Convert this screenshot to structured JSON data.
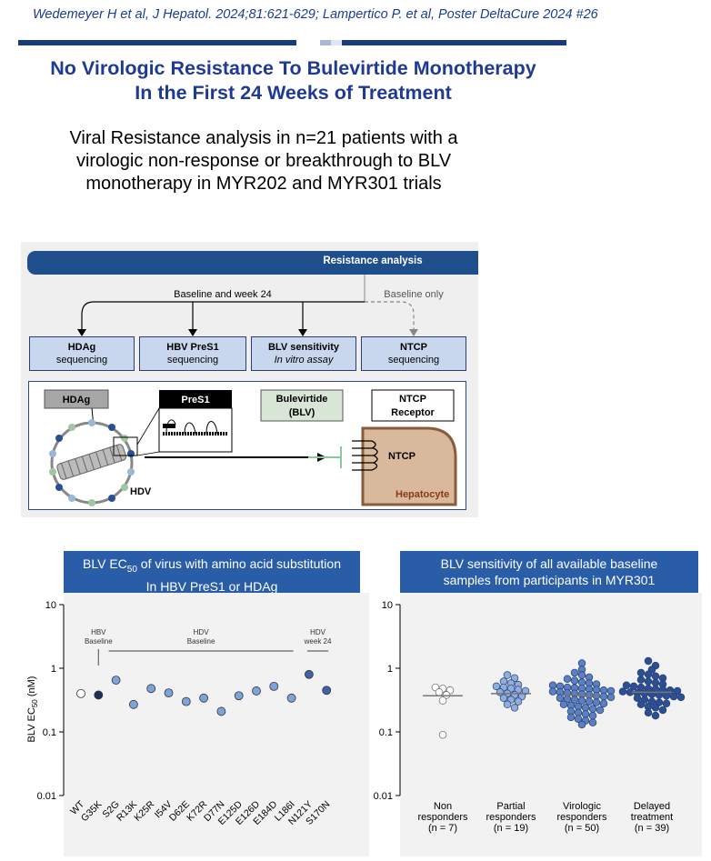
{
  "citation": "Wedemeyer H et al, J Hepatol. 2024;81:621-629; Lampertico P. et al, Poster DeltaCure 2024 #26",
  "title_line1": "No Virologic Resistance To Bulevirtide Monotherapy",
  "title_line2": "In the First 24 Weeks of Treatment",
  "subtitle_line1": "Viral Resistance analysis in n=21 patients with a",
  "subtitle_line2": "virologic non-response or breakthrough to BLV",
  "subtitle_line3": "monotherapy in MYR202 and MYR301 trials",
  "diagram": {
    "header": "Resistance analysis",
    "baseline_week24": "Baseline and week 24",
    "baseline_only": "Baseline only",
    "boxes": [
      {
        "title": "HDAg",
        "sub": "sequencing",
        "italic": false
      },
      {
        "title": "HBV PreS1",
        "sub": "sequencing",
        "italic": false
      },
      {
        "title": "BLV sensitivity",
        "sub": "In vitro assay",
        "italic": true
      },
      {
        "title": "NTCP",
        "sub": "sequencing",
        "italic": false
      }
    ],
    "illustration": {
      "hdag": "HDAg",
      "pres1": "PreS1",
      "bulevirtide": "Bulevirtide",
      "blv": "(BLV)",
      "ntcp_receptor_1": "NTCP",
      "ntcp_receptor_2": "Receptor",
      "ntcp": "NTCP",
      "hepatocyte": "Hepatocyte",
      "hdv": "HDV"
    },
    "colors": {
      "header": "#1f4e8c",
      "box": "#c9d7ee",
      "hepatocyte": "#d9b99b"
    }
  },
  "left_chart_header_1": "BLV EC",
  "left_chart_header_sub": "50",
  "left_chart_header_2": " of virus with amino acid substitution",
  "left_chart_header_3": "In HBV PreS1 or HDAg",
  "right_chart_header_1": "BLV sensitivity of all available baseline",
  "right_chart_header_2": "samples from participants in MYR301",
  "chart_data": [
    {
      "type": "scatter",
      "ylabel": "BLV EC50 (nM)",
      "yscale": "log",
      "ylim": [
        0.01,
        10
      ],
      "yticks": [
        "10",
        "1",
        "0.1",
        "0.01"
      ],
      "groups": [
        {
          "label": "HBV\nBaseline",
          "from": "G35K",
          "to": "G35K"
        },
        {
          "label": "HDV\nBaseline",
          "from": "S2G",
          "to": "L186I"
        },
        {
          "label": "HDV\nweek 24",
          "from": "N121Y",
          "to": "S170N"
        }
      ],
      "categories": [
        "WT",
        "G35K",
        "S2G",
        "R13K",
        "K25R",
        "I54V",
        "D62E",
        "K72R",
        "D77N",
        "E125D",
        "E126D",
        "E184D",
        "L186I",
        "N121Y",
        "S170N"
      ],
      "values": [
        0.4,
        0.38,
        0.65,
        0.27,
        0.48,
        0.41,
        0.3,
        0.34,
        0.21,
        0.37,
        0.44,
        0.52,
        0.34,
        0.8,
        0.45
      ],
      "point_colors": [
        "#ffffff",
        "#1b2f5e",
        "#7ea2da",
        "#7ea2da",
        "#7ea2da",
        "#7ea2da",
        "#7ea2da",
        "#7ea2da",
        "#7ea2da",
        "#7ea2da",
        "#7ea2da",
        "#7ea2da",
        "#7ea2da",
        "#3f62a8",
        "#3f62a8"
      ]
    },
    {
      "type": "scatter",
      "yscale": "log",
      "ylim": [
        0.01,
        10
      ],
      "yticks": [
        "10",
        "1",
        "0.1",
        "0.01"
      ],
      "categories": [
        {
          "label_1": "Non",
          "label_2": "responders",
          "n": "(n = 7)",
          "median": 0.37,
          "color": "#ffffff",
          "values": [
            0.5,
            0.48,
            0.45,
            0.42,
            0.38,
            0.31,
            0.09
          ]
        },
        {
          "label_1": "Partial",
          "label_2": "responders",
          "n": "(n = 19)",
          "median": 0.4,
          "color": "#8eaee0",
          "values": [
            0.78,
            0.7,
            0.62,
            0.58,
            0.55,
            0.52,
            0.5,
            0.48,
            0.46,
            0.44,
            0.42,
            0.4,
            0.38,
            0.36,
            0.34,
            0.32,
            0.3,
            0.27,
            0.24
          ]
        },
        {
          "label_1": "Virologic",
          "label_2": "responders",
          "n": "(n = 50)",
          "median": 0.38,
          "color": "#5a7fc2",
          "values": [
            1.2,
            0.95,
            0.85,
            0.78,
            0.72,
            0.68,
            0.64,
            0.6,
            0.58,
            0.56,
            0.54,
            0.52,
            0.5,
            0.49,
            0.48,
            0.47,
            0.46,
            0.45,
            0.44,
            0.43,
            0.42,
            0.41,
            0.4,
            0.39,
            0.38,
            0.37,
            0.36,
            0.35,
            0.34,
            0.33,
            0.32,
            0.31,
            0.3,
            0.29,
            0.28,
            0.27,
            0.26,
            0.25,
            0.24,
            0.23,
            0.22,
            0.21,
            0.2,
            0.19,
            0.18,
            0.17,
            0.16,
            0.15,
            0.14,
            0.13
          ]
        },
        {
          "label_1": "Delayed",
          "label_2": "treatment",
          "n": "(n = 39)",
          "median": 0.42,
          "color": "#2b4f95",
          "values": [
            1.3,
            1.1,
            0.95,
            0.85,
            0.8,
            0.75,
            0.7,
            0.66,
            0.62,
            0.59,
            0.56,
            0.54,
            0.52,
            0.5,
            0.48,
            0.47,
            0.46,
            0.45,
            0.44,
            0.43,
            0.42,
            0.41,
            0.4,
            0.39,
            0.38,
            0.37,
            0.36,
            0.35,
            0.34,
            0.32,
            0.3,
            0.29,
            0.28,
            0.27,
            0.25,
            0.24,
            0.22,
            0.2,
            0.18
          ]
        }
      ]
    }
  ]
}
